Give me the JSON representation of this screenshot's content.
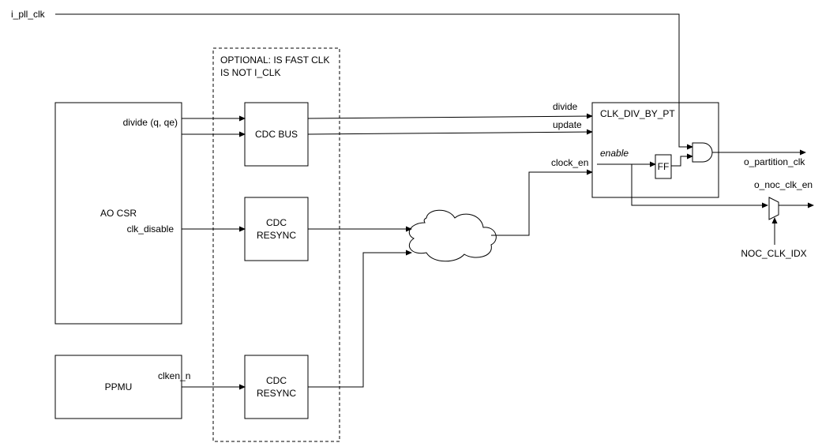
{
  "labels": {
    "i_pll_clk": "i_pll_clk",
    "optional_line1": "OPTIONAL: IS FAST CLK",
    "optional_line2": "IS NOT I_CLK",
    "divide_qqe": "divide (q, qe)",
    "ao_csr": "AO CSR",
    "clk_disable": "clk_disable",
    "cdc_bus": "CDC BUS",
    "cdc_resync_a_1": "CDC",
    "cdc_resync_a_2": "RESYNC",
    "cdc_resync_b_1": "CDC",
    "cdc_resync_b_2": "RESYNC",
    "ppmu": "PPMU",
    "clken_n": "clken_n",
    "divide": "divide",
    "update": "update",
    "clock_en": "clock_en",
    "clk_div_by_pt": "CLK_DIV_BY_PT",
    "enable": "enable",
    "ff": "FF",
    "o_partition_clk": "o_partition_clk",
    "o_noc_clk_en": "o_noc_clk_en",
    "noc_clk_idx": "NOC_CLK_IDX"
  },
  "colors": {
    "line": "#000000",
    "background": "#ffffff"
  }
}
